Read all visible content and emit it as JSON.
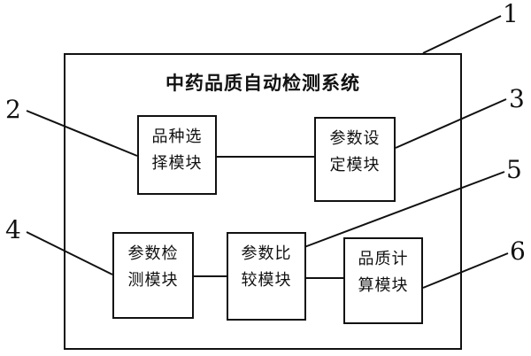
{
  "system": {
    "title": "中药品质自动检测系统",
    "label": "1"
  },
  "modules": {
    "variety_selection": {
      "line1": "品种选",
      "line2": "择模块",
      "label": "2"
    },
    "parameter_setting": {
      "line1": "参数设",
      "line2": "定模块",
      "label": "3"
    },
    "parameter_detection": {
      "line1": "参数检",
      "line2": "测模块",
      "label": "4"
    },
    "parameter_comparison": {
      "line1": "参数比",
      "line2": "较模块",
      "label": "5"
    },
    "quality_calculation": {
      "line1": "品质计",
      "line2": "算模块",
      "label": "6"
    }
  },
  "connections": [
    [
      "variety_selection",
      "parameter_setting"
    ],
    [
      "parameter_detection",
      "parameter_comparison"
    ],
    [
      "parameter_comparison",
      "quality_calculation"
    ]
  ]
}
